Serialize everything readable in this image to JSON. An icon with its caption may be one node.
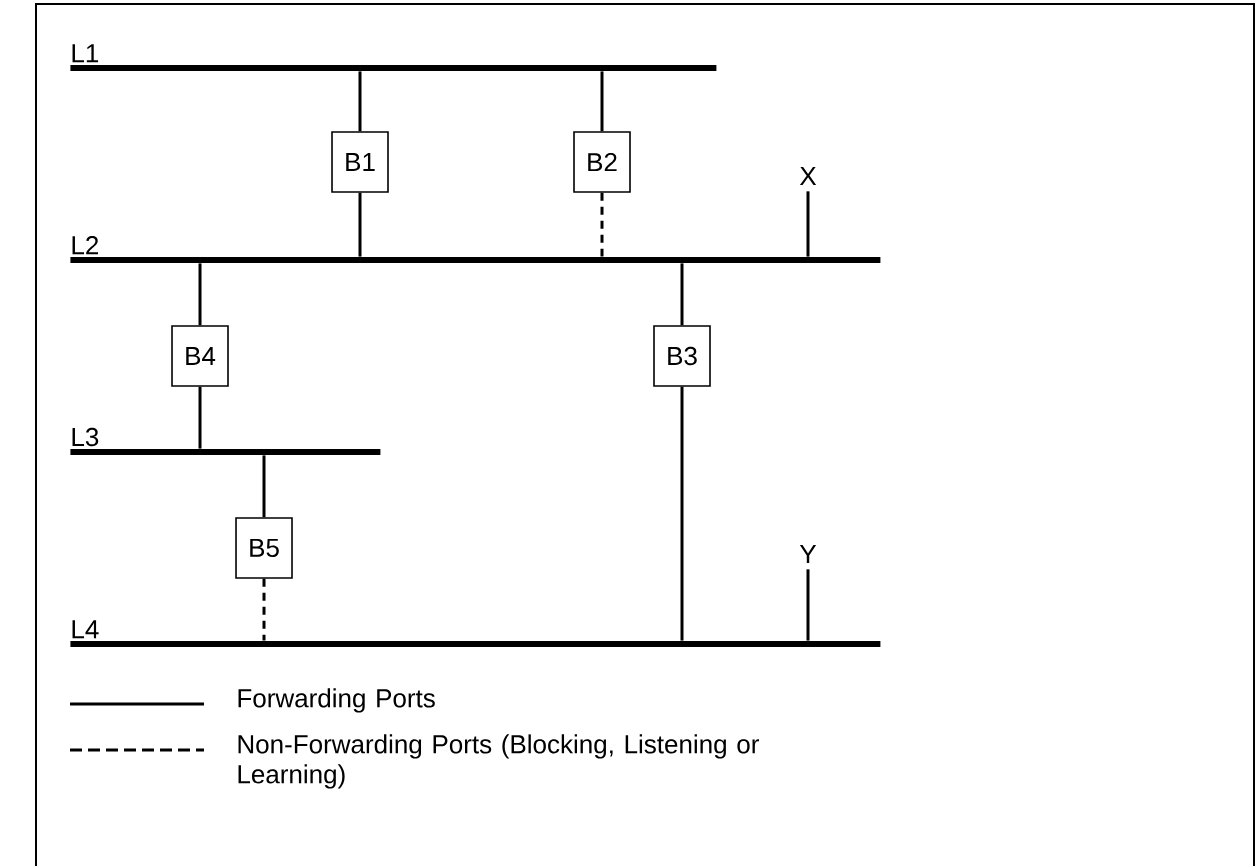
{
  "diagram": {
    "nodes": [
      {
        "text": [
          "L1"
        ]
      },
      {
        "text": [
          "B1"
        ]
      },
      {
        "text": [
          "B2"
        ]
      },
      {
        "text": [
          "X"
        ]
      },
      {
        "text": [
          "L2"
        ]
      },
      {
        "text": [
          "B4"
        ]
      },
      {
        "text": [
          "B3"
        ]
      },
      {
        "text": [
          "L3"
        ]
      },
      {
        "text": [
          "B5"
        ]
      },
      {
        "text": [
          "Y"
        ]
      },
      {
        "text": [
          "L4"
        ]
      }
    ],
    "edges": [
      {
        "from": 1,
        "to": 0,
        "arrow": "none"
      },
      {
        "from": 1,
        "to": 4,
        "arrow": "none"
      },
      {
        "from": 2,
        "to": 0,
        "arrow": "none"
      },
      {
        "from": 2,
        "to": 4,
        "arrow": "none",
        "style": "dashed"
      },
      {
        "from": 3,
        "to": 4,
        "arrow": "none"
      },
      {
        "from": 5,
        "to": 4,
        "arrow": "none"
      },
      {
        "from": 5,
        "to": 7,
        "arrow": "none"
      },
      {
        "from": 6,
        "to": 4,
        "arrow": "none"
      },
      {
        "from": 6,
        "to": 10,
        "arrow": "none"
      },
      {
        "from": 8,
        "to": 7,
        "arrow": "none"
      },
      {
        "from": 8,
        "to": 10,
        "arrow": "none",
        "style": "dashed"
      },
      {
        "from": 9,
        "to": 10,
        "arrow": "none"
      }
    ],
    "legend": [
      {
        "text": "Forwarding Ports"
      },
      {
        "text": "Non-Forwarding Ports (Blocking, Listening or Learning)"
      }
    ]
  }
}
